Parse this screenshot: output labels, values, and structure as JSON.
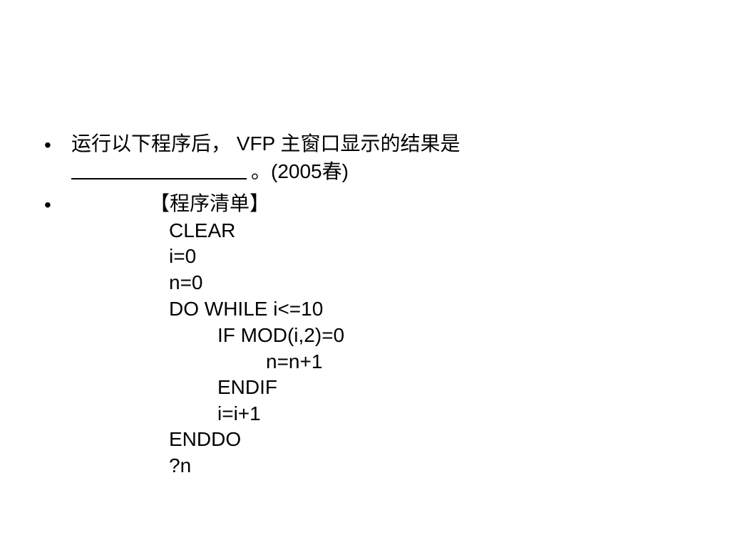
{
  "bullet_symbol": "•",
  "question": {
    "line1": "运行以下程序后， VFP 主窗口显示的结果是",
    "line2_suffix": "。(2005春)"
  },
  "listing": {
    "title": "【程序清单】",
    "lines": [
      "CLEAR",
      "i=0",
      "n=0",
      "DO WHILE i<=10",
      "IF MOD(i,2)=0",
      "n=n+1",
      "ENDIF",
      "i=i+1",
      "ENDDO",
      "?n"
    ]
  }
}
